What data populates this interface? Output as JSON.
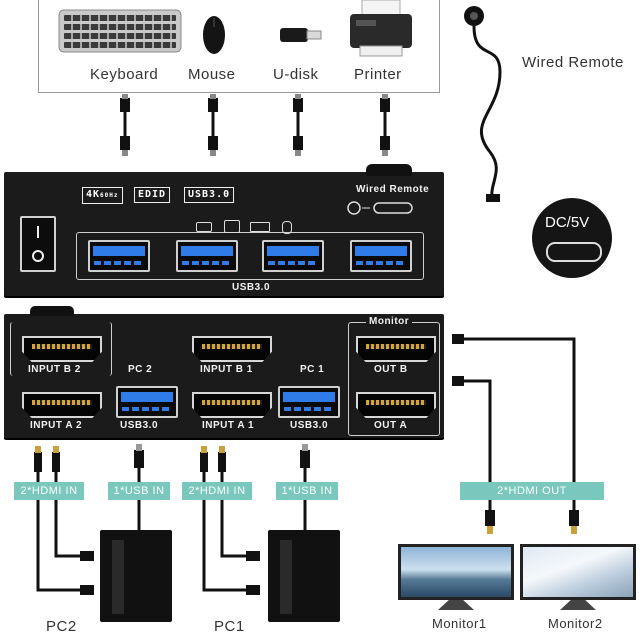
{
  "peripherals": {
    "keyboard": "Keyboard",
    "mouse": "Mouse",
    "udisk": "U-disk",
    "printer": "Printer",
    "wired_remote": "Wired Remote"
  },
  "top_device": {
    "badges": [
      "4K",
      "EDID",
      "USB3.0"
    ],
    "badge_4k_sub": "60Hz",
    "wired_remote_label": "Wired Remote",
    "usb_label": "USB3.0"
  },
  "power": {
    "label": "DC/5V"
  },
  "bottom_device": {
    "monitor_label": "Monitor",
    "input_b2": "INPUT B 2",
    "input_a2": "INPUT A 2",
    "input_b1": "INPUT B 1",
    "input_a1": "INPUT A 1",
    "pc2": "PC 2",
    "pc1": "PC 1",
    "usb_a": "USB3.0",
    "usb_b": "USB3.0",
    "out_b": "OUT B",
    "out_a": "OUT A"
  },
  "tags": {
    "hdmi_in_left": "2*HDMI IN",
    "usb_in_left": "1*USB IN",
    "hdmi_in_right": "2*HDMI IN",
    "usb_in_right": "1*USB IN",
    "hdmi_out": "2*HDMI OUT"
  },
  "computers": {
    "pc2": "PC2",
    "pc1": "PC1"
  },
  "monitors": {
    "monitor1": "Monitor1",
    "monitor2": "Monitor2"
  },
  "colors": {
    "usb_blue": "#2f7be8",
    "teal": "#79c7bd",
    "device": "#1b1b1b"
  }
}
